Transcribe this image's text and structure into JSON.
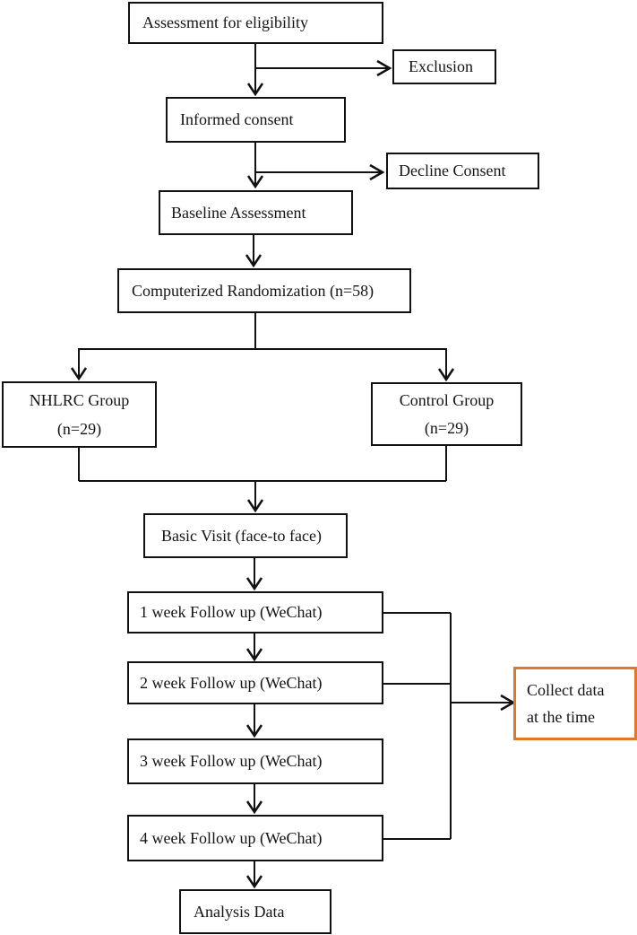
{
  "diagram": {
    "type": "flowchart",
    "nodes": {
      "assessment": {
        "label": "Assessment for eligibility"
      },
      "exclusion": {
        "label": "Exclusion"
      },
      "informed_consent": {
        "label": "Informed consent"
      },
      "decline_consent": {
        "label": "Decline Consent"
      },
      "baseline": {
        "label": "Baseline Assessment"
      },
      "randomization": {
        "label": "Computerized Randomization (n=58)"
      },
      "nhlrc_group": {
        "line1": "NHLRC Group",
        "line2": "(n=29)"
      },
      "control_group": {
        "line1": "Control Group",
        "line2": "(n=29)"
      },
      "basic_visit": {
        "label": "Basic Visit (face-to face)"
      },
      "week1": {
        "label": "1 week Follow up (WeChat)"
      },
      "week2": {
        "label": "2 week Follow up (WeChat)"
      },
      "week3": {
        "label": "3 week Follow up (WeChat)"
      },
      "week4": {
        "label": "4 week Follow up (WeChat)"
      },
      "collect_data": {
        "line1": "Collect data",
        "line2": "at the time"
      },
      "analysis": {
        "label": "Analysis Data"
      }
    },
    "colors": {
      "line": "#111111",
      "collect_border": "#E2772C",
      "background": "#ffffff"
    }
  }
}
